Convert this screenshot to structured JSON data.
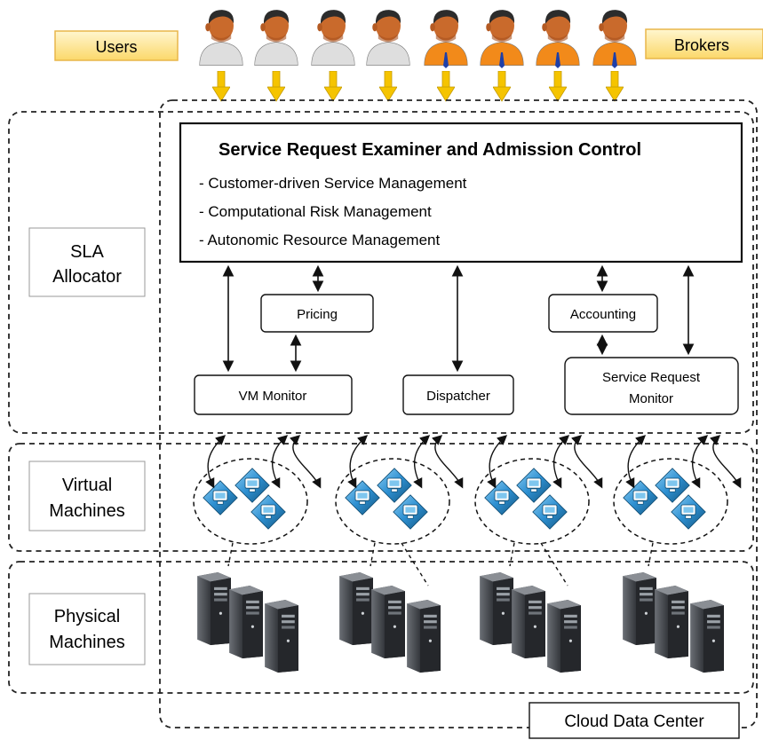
{
  "actors": {
    "users_label": "Users",
    "brokers_label": "Brokers",
    "user_icon": "user-icon",
    "broker_icon": "broker-icon",
    "user_count": 4,
    "broker_count": 4
  },
  "layers": {
    "sla": [
      "SLA",
      "Allocator"
    ],
    "virtual": [
      "Virtual",
      "Machines"
    ],
    "physical": [
      "Physical",
      "Machines"
    ]
  },
  "admission": {
    "title": "Service Request Examiner and Admission Control",
    "items": [
      "- Customer-driven Service Management",
      "- Computational Risk Management",
      "- Autonomic Resource Management"
    ]
  },
  "modules": {
    "pricing": "Pricing",
    "accounting": "Accounting",
    "vm_monitor": "VM Monitor",
    "dispatcher": "Dispatcher",
    "service_request_monitor": [
      "Service Request",
      "Monitor"
    ]
  },
  "footer": {
    "cloud_data_center": "Cloud Data Center"
  },
  "colors": {
    "label_fill": "#fde99a",
    "label_border": "#e8b64a",
    "arrow_yellow": "#f5c400",
    "user_shirt": "#dedede",
    "broker_shirt": "#f28a1a",
    "skin": "#c96a2c",
    "hair": "#2c2c2c",
    "vm_blue": "#2d8fd1",
    "server_dark": "#2f3237"
  }
}
